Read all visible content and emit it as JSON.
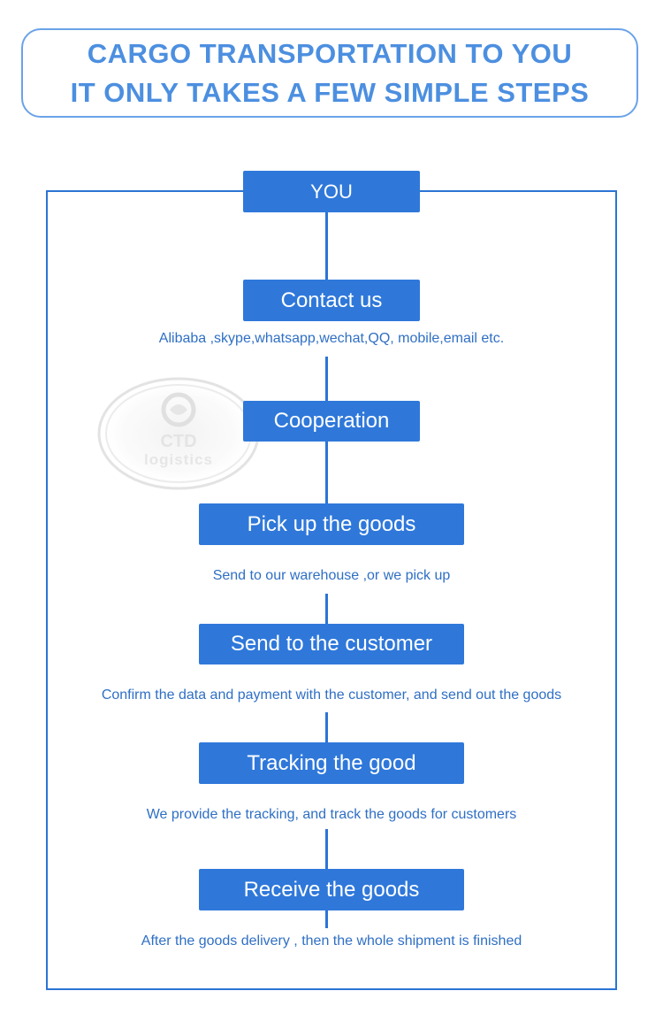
{
  "header": {
    "line1": "CARGO TRANSPORTATION TO YOU",
    "line2": "IT ONLY TAKES A FEW SIMPLE STEPS"
  },
  "flow": {
    "start": "YOU",
    "steps": [
      {
        "label": "Contact us",
        "desc": "Alibaba ,skype,whatsapp,wechat,QQ, mobile,email etc."
      },
      {
        "label": "Cooperation",
        "desc": ""
      },
      {
        "label": "Pick up the goods",
        "desc": "Send to our warehouse ,or we pick up"
      },
      {
        "label": "Send to the customer",
        "desc": "Confirm the data and payment with the customer, and send out the goods"
      },
      {
        "label": "Tracking the good",
        "desc": "We provide the tracking, and track the goods for customers"
      },
      {
        "label": "Receive the goods",
        "desc": "After the goods delivery , then the whole shipment is finished"
      }
    ]
  },
  "watermark": {
    "line1": "CTD",
    "line2": "logistics"
  },
  "colors": {
    "header_text": "#4c8fe0",
    "header_border": "#6aa3e8",
    "box_fill": "#2f78da",
    "frame": "#2b74d4",
    "desc_text": "#2f6fc4"
  }
}
